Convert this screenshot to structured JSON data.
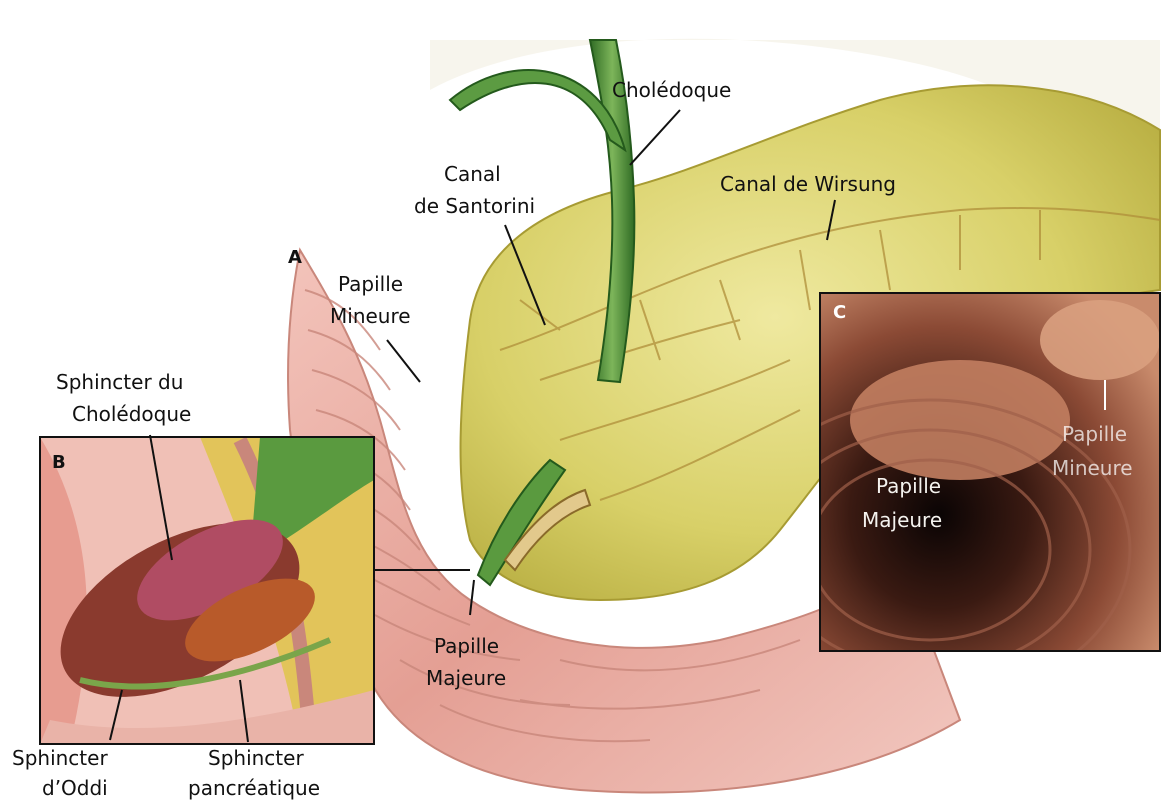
{
  "panels": {
    "a": "A",
    "b": "B",
    "c": "C"
  },
  "labels": {
    "choledoque": "Cholédoque",
    "canal_santorini_1": "Canal",
    "canal_santorini_2": "de Santorini",
    "canal_wirsung": "Canal de Wirsung",
    "papille_mineure_a_1": "Papille",
    "papille_mineure_a_2": "Mineure",
    "sphincter_choledoque_1": "Sphincter du",
    "sphincter_choledoque_2": "Cholédoque",
    "papille_majeure_a_1": "Papille",
    "papille_majeure_a_2": "Majeure",
    "sphincter_oddi_1": "Sphincter",
    "sphincter_oddi_2": "d’Oddi",
    "sphincter_pancreatique_1": "Sphincter",
    "sphincter_pancreatique_2": "pancréatique",
    "papille_majeure_c_1": "Papille",
    "papille_majeure_c_2": "Majeure",
    "papille_mineure_c_1": "Papille",
    "papille_mineure_c_2": "Mineure"
  },
  "colors": {
    "pancreas": "#d9d36a",
    "duodenum": "#e8aaa0",
    "bile_duct": "#4f8f3a",
    "sphincter": "#9a3e32",
    "endoscopy_bg": "#2a1410"
  }
}
